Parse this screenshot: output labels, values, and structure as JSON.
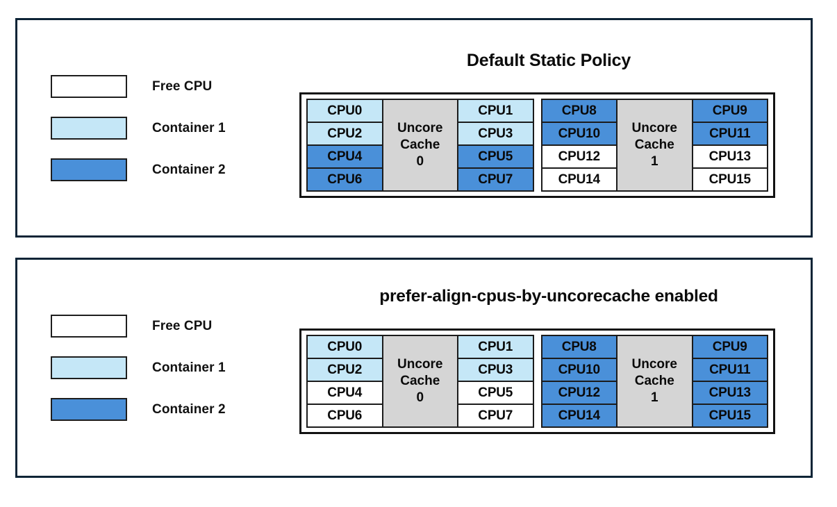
{
  "colors": {
    "free": "#ffffff",
    "container1": "#c5e7f7",
    "container2": "#4a90d9",
    "uncore_cache": "#d5d5d5",
    "panel_border": "#0d2436",
    "cell_border": "#1b1b1b"
  },
  "panels": [
    {
      "title": "Default Static Policy",
      "legend": [
        {
          "label": "Free CPU",
          "state": "free"
        },
        {
          "label": "Container 1",
          "state": "container1"
        },
        {
          "label": "Container 2",
          "state": "container2"
        }
      ],
      "cache_groups": [
        {
          "uncore_label_line1": "Uncore",
          "uncore_label_line2": "Cache",
          "uncore_label_line3": "0",
          "left_column": [
            {
              "label": "CPU0",
              "state": "container1"
            },
            {
              "label": "CPU2",
              "state": "container1"
            },
            {
              "label": "CPU4",
              "state": "container2"
            },
            {
              "label": "CPU6",
              "state": "container2"
            }
          ],
          "right_column": [
            {
              "label": "CPU1",
              "state": "container1"
            },
            {
              "label": "CPU3",
              "state": "container1"
            },
            {
              "label": "CPU5",
              "state": "container2"
            },
            {
              "label": "CPU7",
              "state": "container2"
            }
          ]
        },
        {
          "uncore_label_line1": "Uncore",
          "uncore_label_line2": "Cache",
          "uncore_label_line3": "1",
          "left_column": [
            {
              "label": "CPU8",
              "state": "container2"
            },
            {
              "label": "CPU10",
              "state": "container2"
            },
            {
              "label": "CPU12",
              "state": "free"
            },
            {
              "label": "CPU14",
              "state": "free"
            }
          ],
          "right_column": [
            {
              "label": "CPU9",
              "state": "container2"
            },
            {
              "label": "CPU11",
              "state": "container2"
            },
            {
              "label": "CPU13",
              "state": "free"
            },
            {
              "label": "CPU15",
              "state": "free"
            }
          ]
        }
      ]
    },
    {
      "title": "prefer-align-cpus-by-uncorecache enabled",
      "legend": [
        {
          "label": "Free CPU",
          "state": "free"
        },
        {
          "label": "Container 1",
          "state": "container1"
        },
        {
          "label": "Container 2",
          "state": "container2"
        }
      ],
      "cache_groups": [
        {
          "uncore_label_line1": "Uncore",
          "uncore_label_line2": "Cache",
          "uncore_label_line3": "0",
          "left_column": [
            {
              "label": "CPU0",
              "state": "container1"
            },
            {
              "label": "CPU2",
              "state": "container1"
            },
            {
              "label": "CPU4",
              "state": "free"
            },
            {
              "label": "CPU6",
              "state": "free"
            }
          ],
          "right_column": [
            {
              "label": "CPU1",
              "state": "container1"
            },
            {
              "label": "CPU3",
              "state": "container1"
            },
            {
              "label": "CPU5",
              "state": "free"
            },
            {
              "label": "CPU7",
              "state": "free"
            }
          ]
        },
        {
          "uncore_label_line1": "Uncore",
          "uncore_label_line2": "Cache",
          "uncore_label_line3": "1",
          "left_column": [
            {
              "label": "CPU8",
              "state": "container2"
            },
            {
              "label": "CPU10",
              "state": "container2"
            },
            {
              "label": "CPU12",
              "state": "container2"
            },
            {
              "label": "CPU14",
              "state": "container2"
            }
          ],
          "right_column": [
            {
              "label": "CPU9",
              "state": "container2"
            },
            {
              "label": "CPU11",
              "state": "container2"
            },
            {
              "label": "CPU13",
              "state": "container2"
            },
            {
              "label": "CPU15",
              "state": "container2"
            }
          ]
        }
      ]
    }
  ]
}
